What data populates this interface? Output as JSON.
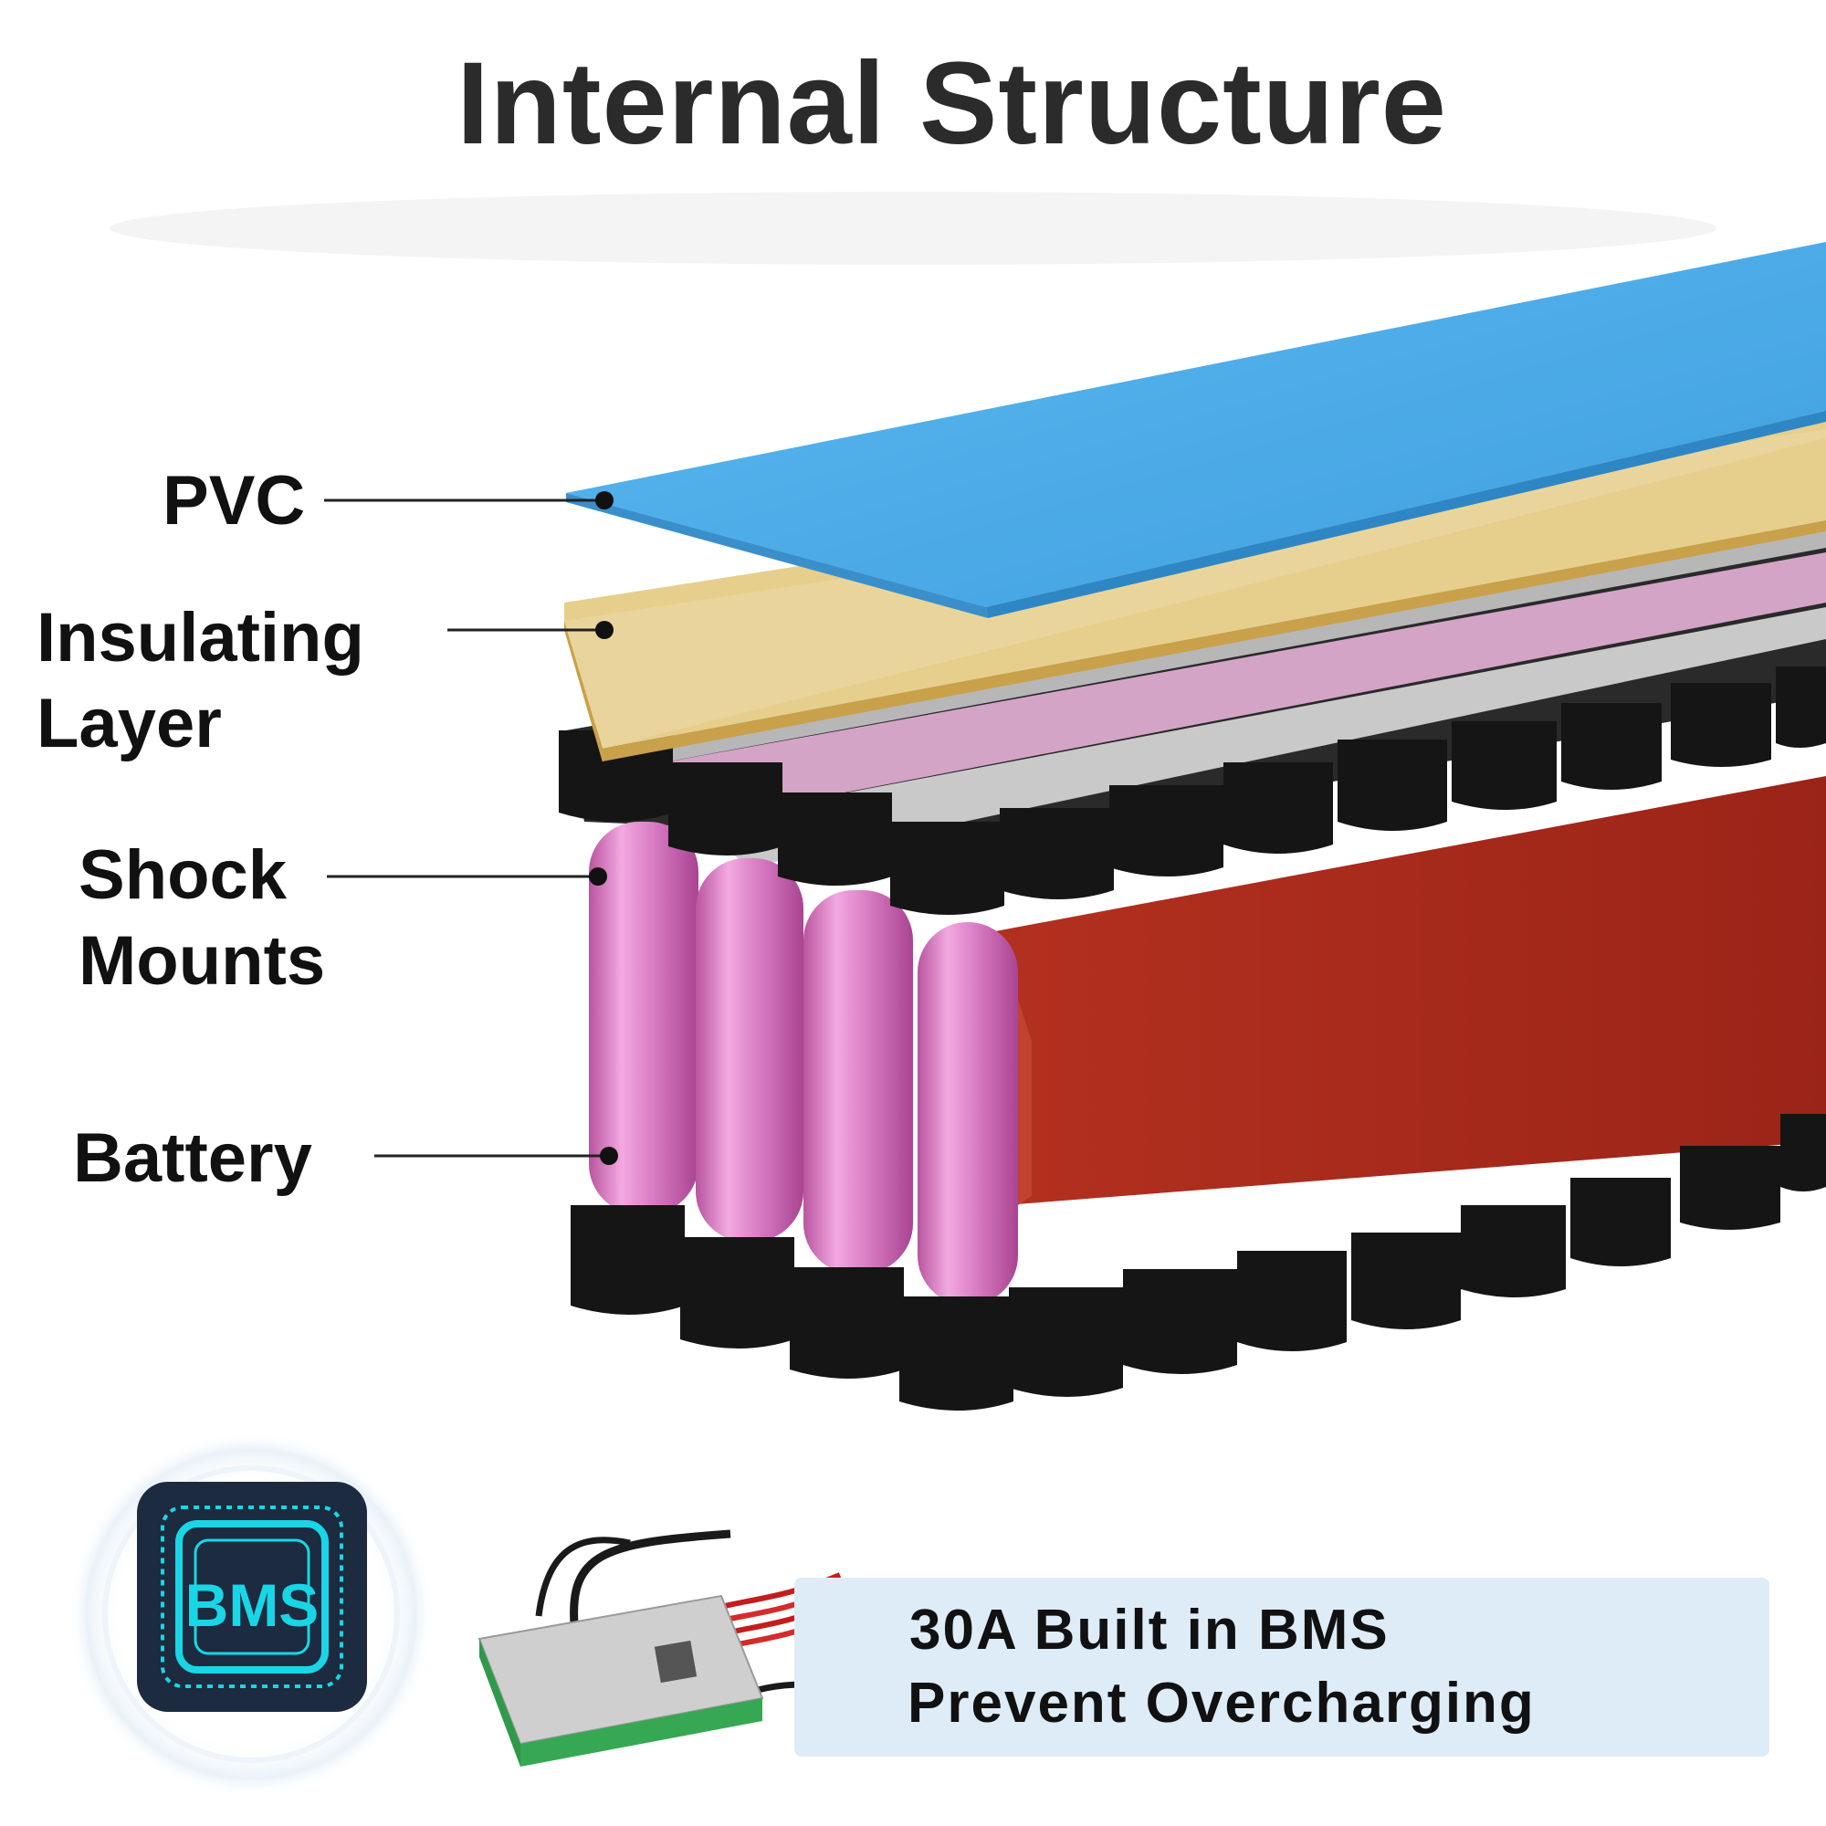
{
  "title": "Internal Structure",
  "callouts": {
    "pvc": "PVC",
    "insulating_1": "Insulating",
    "insulating_2": "Layer",
    "shock_1": "Shock",
    "shock_2": "Mounts",
    "battery": "Battery"
  },
  "bms": {
    "icon_label": "BMS",
    "line_1": "30A Built in BMS",
    "line_2": "Prevent Overcharging"
  },
  "colors": {
    "pvc_sheet": "#4fb0ea",
    "insulating_sheet": "#e6cf8c",
    "shrink_wrap": "#a82a1e",
    "cell": "#d97ac4",
    "holder": "#141414",
    "bms_icon_bg": "#1c2b3f",
    "bms_icon_glow": "#19d6e6",
    "banner": "#deecf7"
  }
}
